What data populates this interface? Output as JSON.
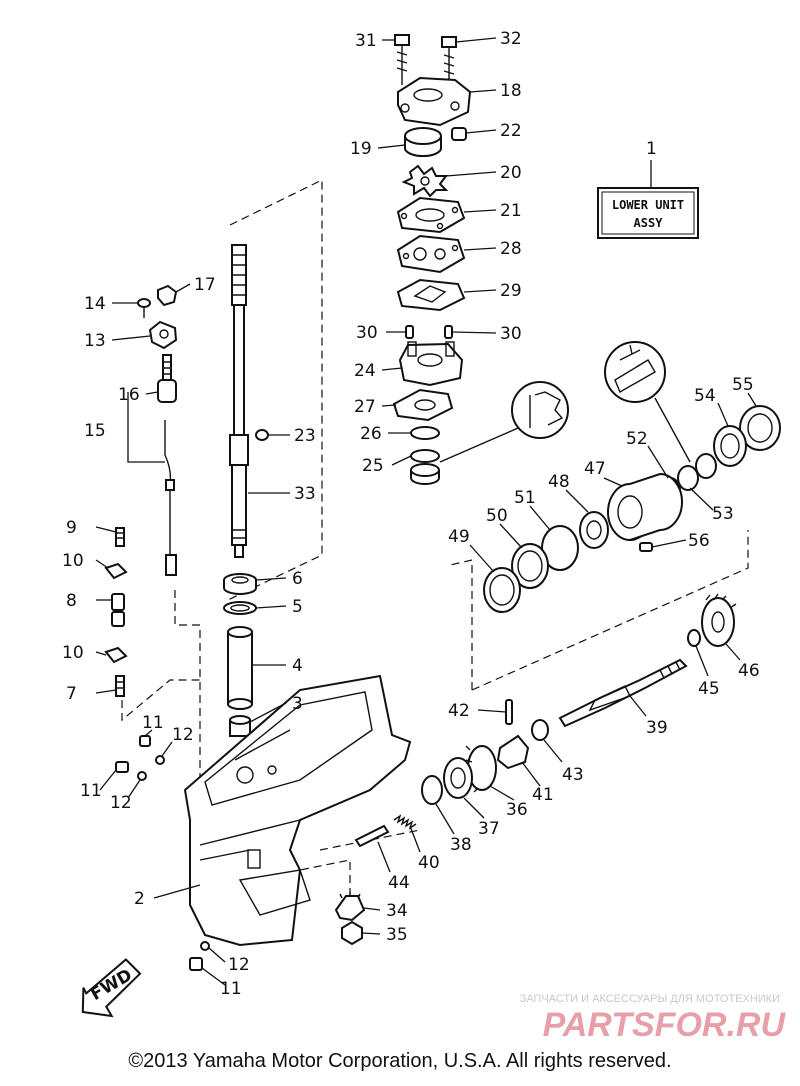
{
  "assy_box": {
    "line1": "LOWER UNIT",
    "line2": "ASSY"
  },
  "fwd_label": "FWD",
  "watermark": {
    "tagline": "ЗАПЧАСТИ И АКСЕССУАРЫ ДЛЯ МОТОТЕХНИКИ",
    "brand": "PARTSFOR.RU",
    "color": "#e8a0a8"
  },
  "copyright": "©2013 Yamaha Motor Corporation, U.S.A. All rights reserved.",
  "callouts": [
    {
      "id": "c31",
      "text": "31"
    },
    {
      "id": "c32",
      "text": "32"
    },
    {
      "id": "c18",
      "text": "18"
    },
    {
      "id": "c22",
      "text": "22"
    },
    {
      "id": "c19",
      "text": "19"
    },
    {
      "id": "c20",
      "text": "20"
    },
    {
      "id": "c21",
      "text": "21"
    },
    {
      "id": "c28",
      "text": "28"
    },
    {
      "id": "c29",
      "text": "29"
    },
    {
      "id": "c30a",
      "text": "30"
    },
    {
      "id": "c30b",
      "text": "30"
    },
    {
      "id": "c24",
      "text": "24"
    },
    {
      "id": "c27",
      "text": "27"
    },
    {
      "id": "c26",
      "text": "26"
    },
    {
      "id": "c25",
      "text": "25"
    },
    {
      "id": "c1",
      "text": "1"
    },
    {
      "id": "c17",
      "text": "17"
    },
    {
      "id": "c14",
      "text": "14"
    },
    {
      "id": "c13",
      "text": "13"
    },
    {
      "id": "c16",
      "text": "16"
    },
    {
      "id": "c15",
      "text": "15"
    },
    {
      "id": "c23",
      "text": "23"
    },
    {
      "id": "c33",
      "text": "33"
    },
    {
      "id": "c9",
      "text": "9"
    },
    {
      "id": "c10a",
      "text": "10"
    },
    {
      "id": "c8",
      "text": "8"
    },
    {
      "id": "c10b",
      "text": "10"
    },
    {
      "id": "c7",
      "text": "7"
    },
    {
      "id": "c6",
      "text": "6"
    },
    {
      "id": "c5",
      "text": "5"
    },
    {
      "id": "c4",
      "text": "4"
    },
    {
      "id": "c3",
      "text": "3"
    },
    {
      "id": "c11a",
      "text": "11"
    },
    {
      "id": "c12a",
      "text": "12"
    },
    {
      "id": "c11b",
      "text": "11"
    },
    {
      "id": "c12b",
      "text": "12"
    },
    {
      "id": "c2",
      "text": "2"
    },
    {
      "id": "c12c",
      "text": "12"
    },
    {
      "id": "c11c",
      "text": "11"
    },
    {
      "id": "c54",
      "text": "54"
    },
    {
      "id": "c55",
      "text": "55"
    },
    {
      "id": "c52",
      "text": "52"
    },
    {
      "id": "c47",
      "text": "47"
    },
    {
      "id": "c48",
      "text": "48"
    },
    {
      "id": "c51",
      "text": "51"
    },
    {
      "id": "c50",
      "text": "50"
    },
    {
      "id": "c49",
      "text": "49"
    },
    {
      "id": "c53",
      "text": "53"
    },
    {
      "id": "c56",
      "text": "56"
    },
    {
      "id": "c46",
      "text": "46"
    },
    {
      "id": "c45",
      "text": "45"
    },
    {
      "id": "c42",
      "text": "42"
    },
    {
      "id": "c39",
      "text": "39"
    },
    {
      "id": "c43",
      "text": "43"
    },
    {
      "id": "c41",
      "text": "41"
    },
    {
      "id": "c36",
      "text": "36"
    },
    {
      "id": "c37",
      "text": "37"
    },
    {
      "id": "c38",
      "text": "38"
    },
    {
      "id": "c40",
      "text": "40"
    },
    {
      "id": "c44",
      "text": "44"
    },
    {
      "id": "c34",
      "text": "34"
    },
    {
      "id": "c35",
      "text": "35"
    }
  ]
}
